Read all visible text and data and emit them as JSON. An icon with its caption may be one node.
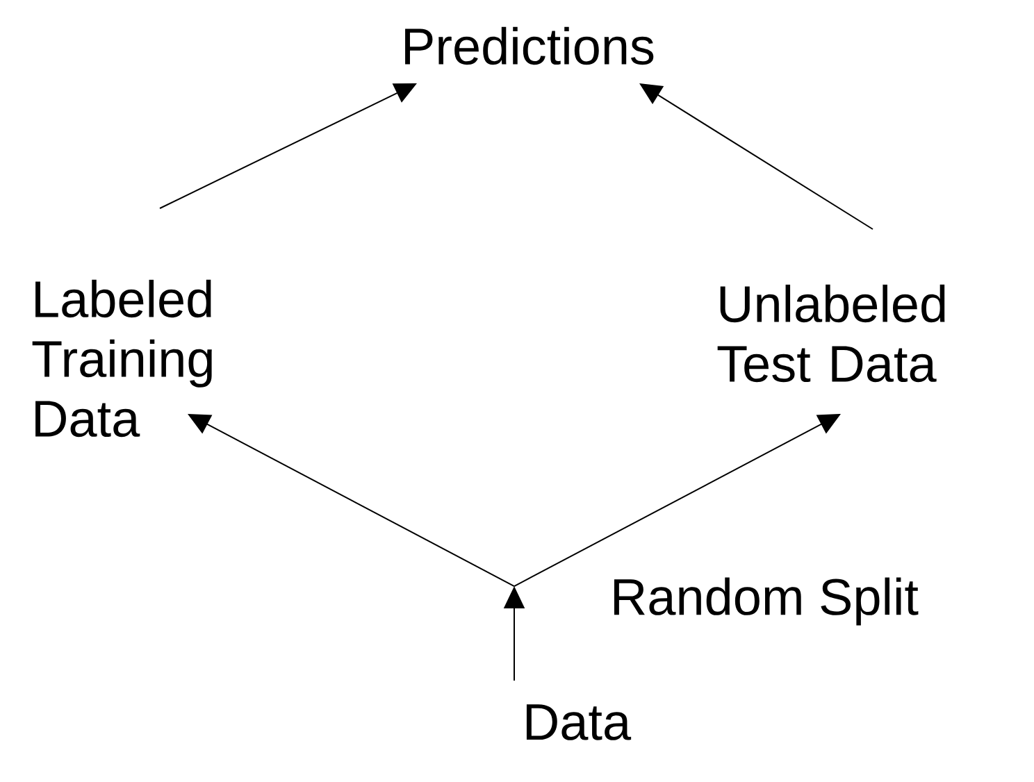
{
  "diagram": {
    "nodes": [
      {
        "text": [
          "Predictions"
        ]
      },
      {
        "text": [
          "Labeled Training Data"
        ]
      },
      {
        "text": [
          "Unlabeled Test Data"
        ]
      },
      {
        "text": [
          "Data"
        ]
      },
      {
        "text": [
          "Random Split"
        ]
      }
    ],
    "edges": [
      {
        "from": 3,
        "to": 4,
        "arrow": "to"
      },
      {
        "from": 4,
        "to": 1,
        "arrow": "to"
      },
      {
        "from": 4,
        "to": 2,
        "arrow": "to"
      },
      {
        "from": 1,
        "to": 0,
        "arrow": "to"
      },
      {
        "from": 2,
        "to": 0,
        "arrow": "to"
      }
    ]
  }
}
